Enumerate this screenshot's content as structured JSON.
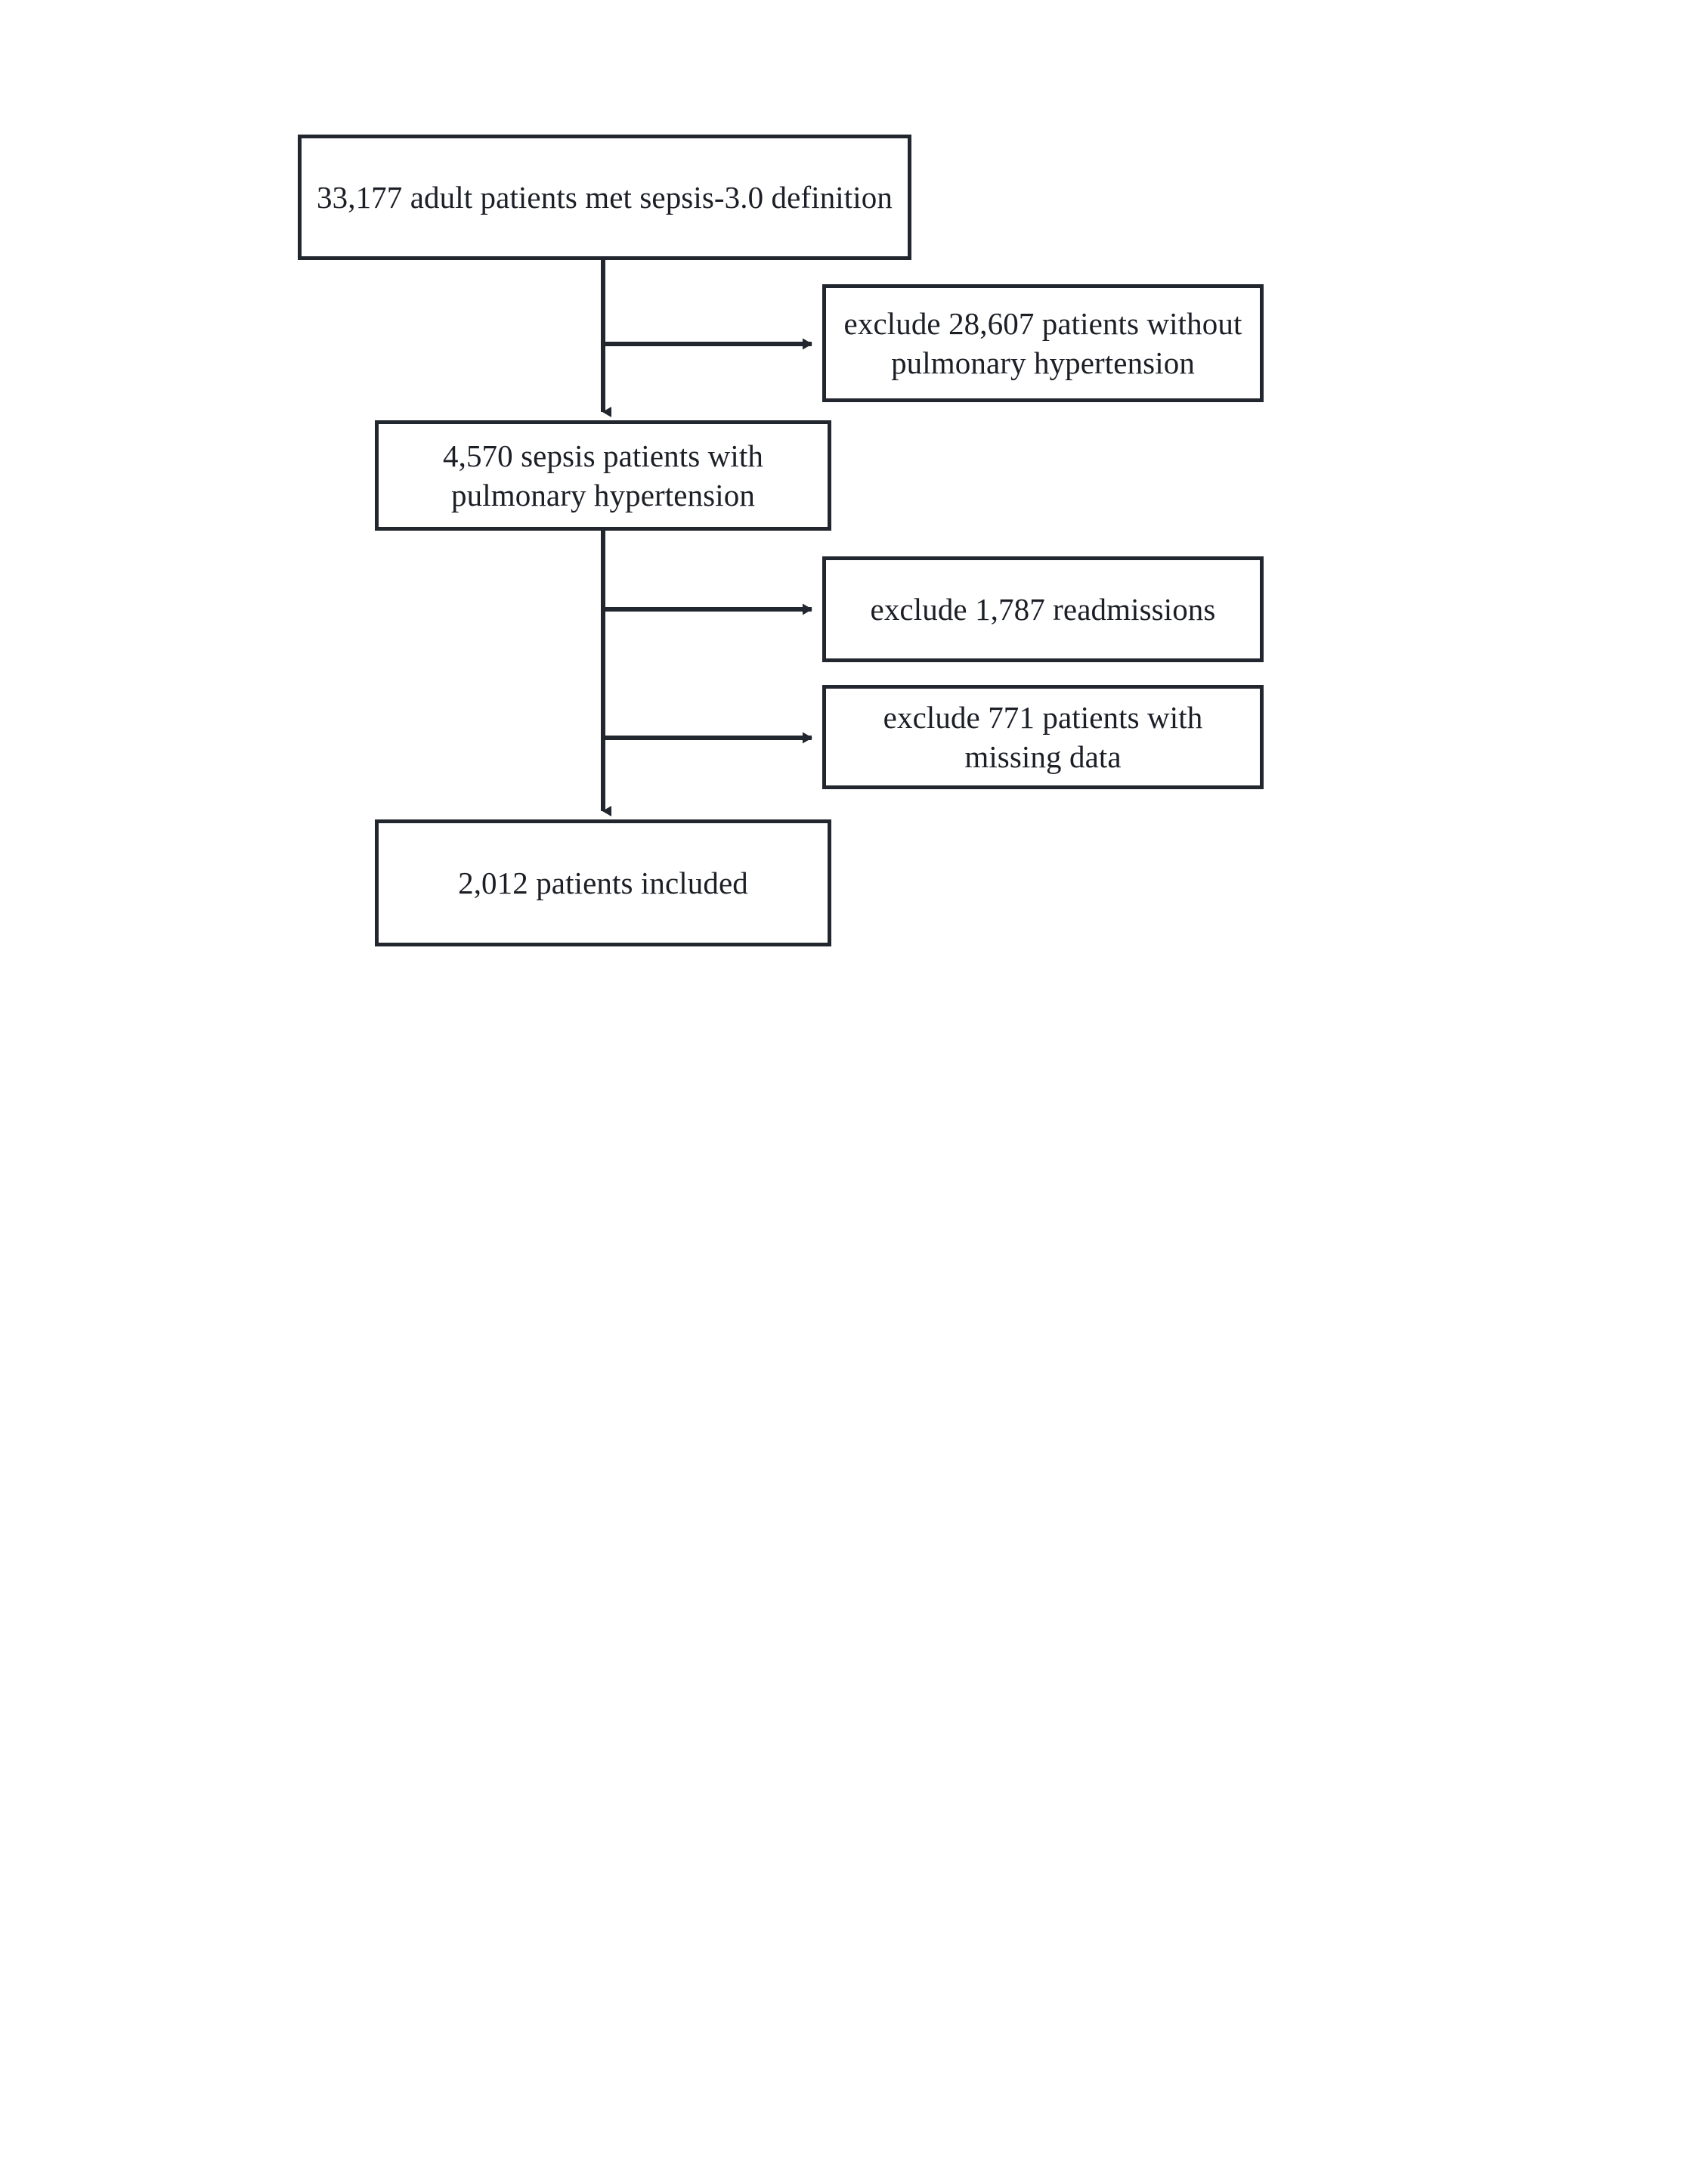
{
  "figure": {
    "type": "flowchart",
    "orientation": "top-down-with-right-branches",
    "background_color": "#ffffff",
    "line_color": "#22262e",
    "text_color": "#1c1f26"
  },
  "nodes": {
    "source": {
      "id": "source",
      "label": "33,177 adult patients met sepsis-3.0 definition",
      "count": 33177,
      "role": "start"
    },
    "cohort": {
      "id": "cohort",
      "label": "4,570 sepsis patients with\npulmonary hypertension",
      "count": 4570,
      "role": "intermediate"
    },
    "included": {
      "id": "included",
      "label": "2,012 patients included",
      "count": 2012,
      "role": "final"
    },
    "exclude_1": {
      "id": "exclude_1",
      "label": "exclude 28,607 patients  without\npulmonary hypertension",
      "count": 28607,
      "role": "exclusion"
    },
    "exclude_2": {
      "id": "exclude_2",
      "label": "exclude 1,787 readmissions",
      "count": 1787,
      "role": "exclusion"
    },
    "exclude_3": {
      "id": "exclude_3",
      "label": "exclude 771 patients with\nmissing data",
      "count": 771,
      "role": "exclusion"
    }
  },
  "edges": [
    {
      "from": "source",
      "to": "cohort",
      "kind": "vertical-arrow"
    },
    {
      "from": "source",
      "to": "exclude_1",
      "kind": "branch-arrow-right"
    },
    {
      "from": "cohort",
      "to": "exclude_2",
      "kind": "branch-arrow-right"
    },
    {
      "from": "cohort",
      "to": "exclude_3",
      "kind": "branch-arrow-right"
    },
    {
      "from": "cohort",
      "to": "included",
      "kind": "vertical-arrow"
    }
  ]
}
